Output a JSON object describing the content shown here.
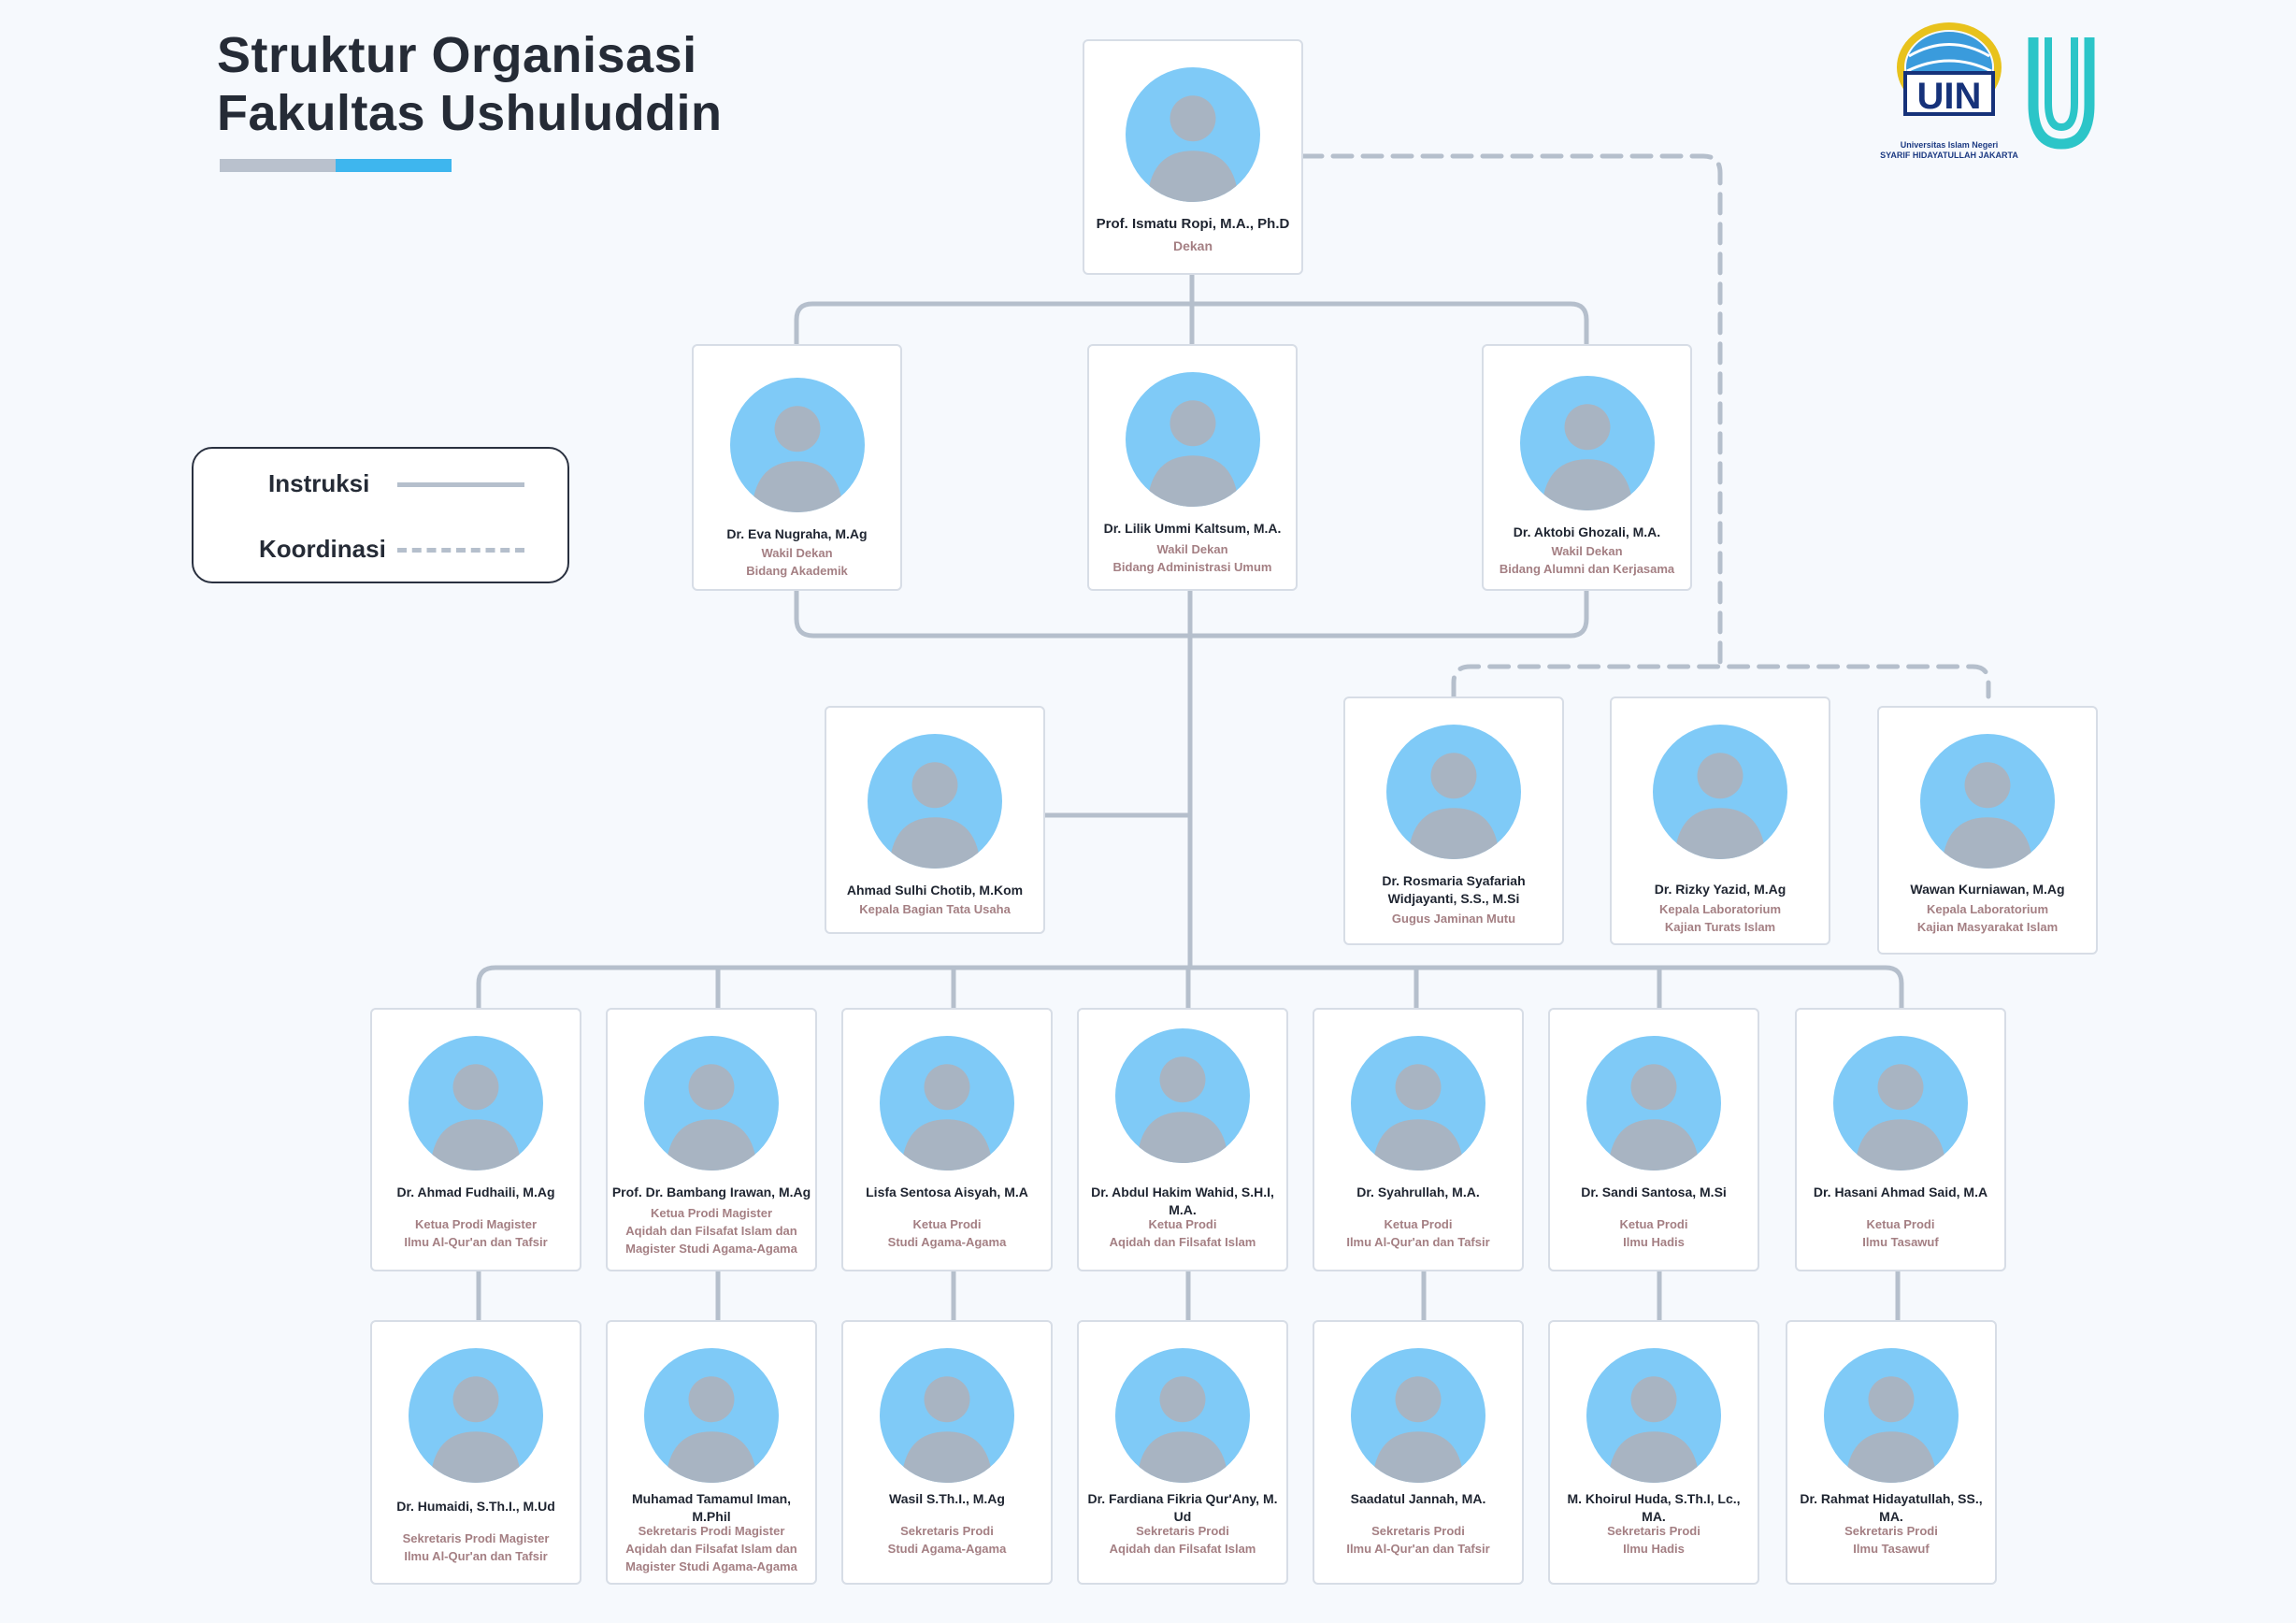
{
  "title": {
    "line1": "Struktur Organisasi",
    "line2": "Fakultas Ushuluddin"
  },
  "logos": {
    "uin_mark": "UIN",
    "uin_line1": "Universitas Islam Negeri",
    "uin_line2": "SYARIF HIDAYATULLAH JAKARTA",
    "ushuluddin_mark": "USHULUDDIN"
  },
  "legend": {
    "instruction": "Instruksi",
    "coordination": "Koordinasi"
  },
  "colors": {
    "line": "#b5bfcc",
    "role": "#a47f83",
    "photo_bg": "#7fcaf7",
    "accent": "#3eb6ee"
  },
  "people": {
    "dean": {
      "name": "Prof. Ismatu Ropi, M.A., Ph.D",
      "role": "Dekan"
    },
    "vd1": {
      "name": "Dr. Eva Nugraha, M.Ag",
      "role": "Wakil Dekan\nBidang Akademik"
    },
    "vd2": {
      "name": "Dr. Lilik Ummi Kaltsum, M.A.",
      "role": "Wakil Dekan\nBidang Administrasi Umum"
    },
    "vd3": {
      "name": "Dr. Aktobi Ghozali, M.A.",
      "role": "Wakil Dekan\nBidang Alumni dan Kerjasama"
    },
    "kabag": {
      "name": "Ahmad Sulhi Chotib, M.Kom",
      "role": "Kepala Bagian Tata Usaha"
    },
    "gjm": {
      "name": "Dr. Rosmaria Syafariah Widjayanti, S.S., M.Si",
      "role": "Gugus Jaminan Mutu"
    },
    "lab1": {
      "name": "Dr. Rizky Yazid, M.Ag",
      "role": "Kepala Laboratorium\nKajian Turats Islam"
    },
    "lab2": {
      "name": "Wawan Kurniawan, M.Ag",
      "role": "Kepala Laboratorium\nKajian Masyarakat Islam"
    },
    "k1": {
      "name": "Dr. Ahmad Fudhaili, M.Ag",
      "role": "Ketua Prodi Magister\nIlmu Al-Qur'an dan Tafsir"
    },
    "k2": {
      "name": "Prof. Dr. Bambang Irawan, M.Ag",
      "role": "Ketua Prodi Magister\nAqidah dan Filsafat Islam dan\nMagister Studi Agama-Agama"
    },
    "k3": {
      "name": "Lisfa Sentosa Aisyah, M.A",
      "role": "Ketua Prodi\nStudi Agama-Agama"
    },
    "k4": {
      "name": "Dr. Abdul Hakim Wahid, S.H.I, M.A.",
      "role": "Ketua Prodi\nAqidah dan Filsafat Islam"
    },
    "k5": {
      "name": "Dr. Syahrullah, M.A.",
      "role": "Ketua Prodi\nIlmu Al-Qur'an dan Tafsir"
    },
    "k6": {
      "name": "Dr. Sandi Santosa, M.Si",
      "role": "Ketua Prodi\nIlmu Hadis"
    },
    "k7": {
      "name": "Dr. Hasani Ahmad Said, M.A",
      "role": "Ketua Prodi\nIlmu Tasawuf"
    },
    "s1": {
      "name": "Dr. Humaidi, S.Th.I., M.Ud",
      "role": "Sekretaris Prodi Magister\nIlmu Al-Qur'an dan Tafsir"
    },
    "s2": {
      "name": "Muhamad Tamamul Iman, M.Phil",
      "role": "Sekretaris  Prodi Magister\nAqidah dan Filsafat Islam dan\nMagister Studi Agama-Agama"
    },
    "s3": {
      "name": "Wasil S.Th.I., M.Ag",
      "role": "Sekretaris  Prodi\nStudi Agama-Agama"
    },
    "s4": {
      "name": "Dr. Fardiana Fikria Qur'Any, M. Ud",
      "role": "Sekretaris  Prodi\nAqidah dan Filsafat Islam"
    },
    "s5": {
      "name": "Saadatul Jannah, MA.",
      "role": "Sekretaris  Prodi\nIlmu Al-Qur'an dan Tafsir"
    },
    "s6": {
      "name": "M. Khoirul Huda, S.Th.I, Lc., MA.",
      "role": "Sekretaris Prodi\nIlmu Hadis"
    },
    "s7": {
      "name": "Dr. Rahmat Hidayatullah, SS., MA.",
      "role": "Sekretaris Prodi\nIlmu Tasawuf"
    }
  }
}
